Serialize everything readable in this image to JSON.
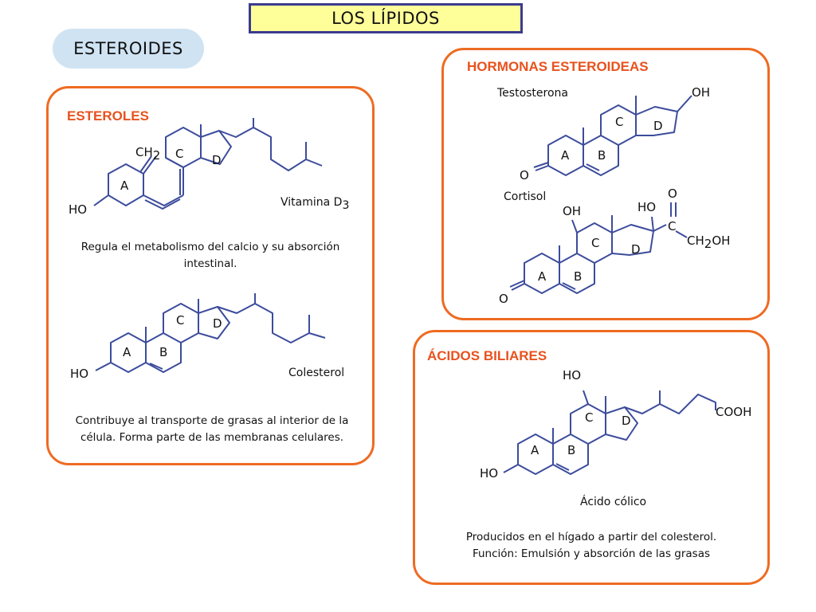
{
  "title": "LOS LÍPIDOS",
  "section": "ESTEROIDES",
  "esteroles": {
    "heading": "ESTEROLES",
    "vitd": {
      "ch": "CH",
      "ch_sub": "2",
      "ho": "HO",
      "ring_a": "A",
      "ring_c": "C",
      "ring_d": "D",
      "name": "Vitamina D",
      "name_sub": "3",
      "desc1": "Regula el metabolismo del calcio y su absorción",
      "desc2": "intestinal."
    },
    "col": {
      "ho": "HO",
      "ring_a": "A",
      "ring_b": "B",
      "ring_c": "C",
      "ring_d": "D",
      "name": "Colesterol",
      "desc1": "Contribuye al transporte de grasas al interior de la",
      "desc2": "célula. Forma parte de las membranas celulares."
    }
  },
  "hormonas": {
    "heading": "HORMONAS ESTEROIDEAS",
    "testo": {
      "name": "Testosterona",
      "oh": "OH",
      "o": "O",
      "ring_a": "A",
      "ring_b": "B",
      "ring_c": "C",
      "ring_d": "D"
    },
    "cortisol": {
      "name": "Cortisol",
      "oh": "OH",
      "ho": "HO",
      "o_top": "O",
      "c": "C",
      "ch": "CH",
      "ch_sub": "2",
      "ch_oh": "OH",
      "o": "O",
      "ring_a": "A",
      "ring_b": "B",
      "ring_c": "C",
      "ring_d": "D"
    }
  },
  "acidos": {
    "heading": "ÁCIDOS BILIARES",
    "ho_top": "HO",
    "ho": "HO",
    "cooh": "COOH",
    "ring_a": "A",
    "ring_b": "B",
    "ring_c": "C",
    "ring_d": "D",
    "name": "Ácido cólico",
    "desc1": "Producidos en el hígado a partir del colesterol.",
    "desc2": "Función: Emulsión y absorción de las grasas"
  },
  "colors": {
    "accent": "#ee6b22",
    "heading": "#e8521e",
    "bond": "#3c4c9c",
    "title_bg": "#ffff99",
    "title_border": "#3b3b8f",
    "pill_bg": "#cfe3f3"
  }
}
